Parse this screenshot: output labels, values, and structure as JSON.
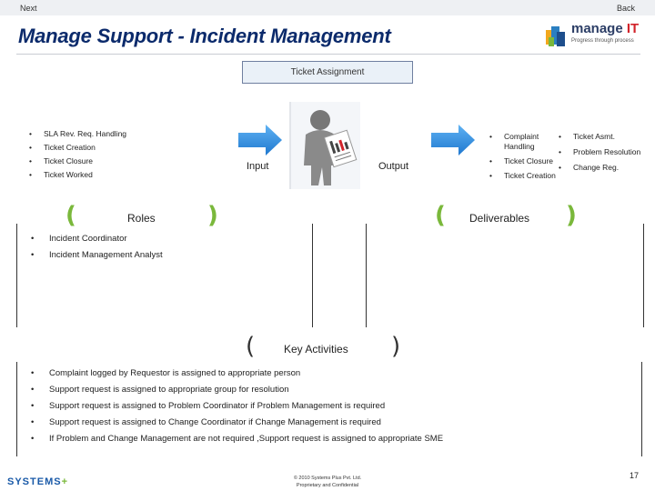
{
  "nav": {
    "next": "Next",
    "back": "Back"
  },
  "title": "Manage Support - Incident Management",
  "logo": {
    "brand": "manage",
    "brand_accent": "IT",
    "tagline": "Progress through process"
  },
  "ticket_assignment": "Ticket Assignment",
  "inputs": [
    "SLA Rev. Req. Handling",
    "Ticket Creation",
    "Ticket Closure",
    "Ticket Worked"
  ],
  "input_label": "Input",
  "output_label": "Output",
  "outputs_col1": [
    "Complaint Handling",
    "Ticket Closure",
    "Ticket Creation"
  ],
  "outputs_col2": [
    "Ticket Asmt.",
    "Problem Resolution",
    "Change Reg."
  ],
  "roles": {
    "heading": "Roles",
    "items": [
      "Incident Coordinator",
      "Incident Management Analyst"
    ]
  },
  "deliverables": {
    "heading": "Deliverables"
  },
  "activities": {
    "heading": "Key Activities",
    "items": [
      "Complaint logged by Requestor is assigned to appropriate person",
      "Support request is assigned to appropriate group for resolution",
      "Support request is assigned to Problem Coordinator if Problem Management is required",
      "Support request is assigned to Change Coordinator if Change Management is required",
      "If Problem and Change Management are  not required ,Support request is assigned to appropriate SME"
    ]
  },
  "footer": {
    "systems": "SYSTEMS",
    "systems_plus": "+",
    "copyright_line1": "© 2010 Systems Plus Pvt. Ltd.",
    "copyright_line2": "Proprietary and Confidential",
    "page_number": "17"
  },
  "colors": {
    "title": "#0b2a6b",
    "arrow": "#2e8de0",
    "bracket": "#7ab83b",
    "accent_red": "#d2232a"
  },
  "icons": [
    "logo-icon",
    "right-arrow-icon",
    "person-with-document-icon"
  ]
}
